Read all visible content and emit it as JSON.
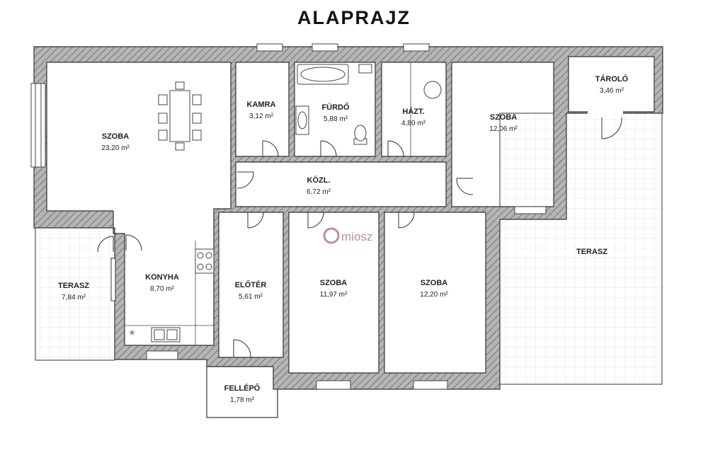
{
  "title": "ALAPRAJZ",
  "rooms": {
    "szoba_large": {
      "name": "SZOBA",
      "area": "23,20 m²"
    },
    "kamra": {
      "name": "KAMRA",
      "area": "3,12 m²"
    },
    "furdo": {
      "name": "FÜRDŐ",
      "area": "5,88 m²"
    },
    "hazt": {
      "name": "HÁZT.",
      "area": "4,80 m²"
    },
    "szoba_right": {
      "name": "SZOBA",
      "area": "12,06 m²"
    },
    "tarolo": {
      "name": "TÁROLÓ",
      "area": "3,46 m²"
    },
    "kozl": {
      "name": "KÖZL.",
      "area": "6,72 m²"
    },
    "terasz_left": {
      "name": "TERASZ",
      "area": "7,84 m²"
    },
    "konyha": {
      "name": "KONYHA",
      "area": "8,70 m²"
    },
    "eloter": {
      "name": "ELŐTÉR",
      "area": "5,61 m²"
    },
    "szoba_mid1": {
      "name": "SZOBA",
      "area": "11,97 m²"
    },
    "szoba_mid2": {
      "name": "SZOBA",
      "area": "12,20 m²"
    },
    "terasz_right": {
      "name": "TERASZ"
    },
    "fellepo": {
      "name": "FELLÉPŐ",
      "area": "1,78 m²"
    }
  },
  "watermark": "miosz",
  "colors": {
    "wall": "#9a9a9a",
    "wall_hatch": "#5a5a5a",
    "terrace_grid": "#e4e4e4",
    "watermark": "#c98a94"
  }
}
